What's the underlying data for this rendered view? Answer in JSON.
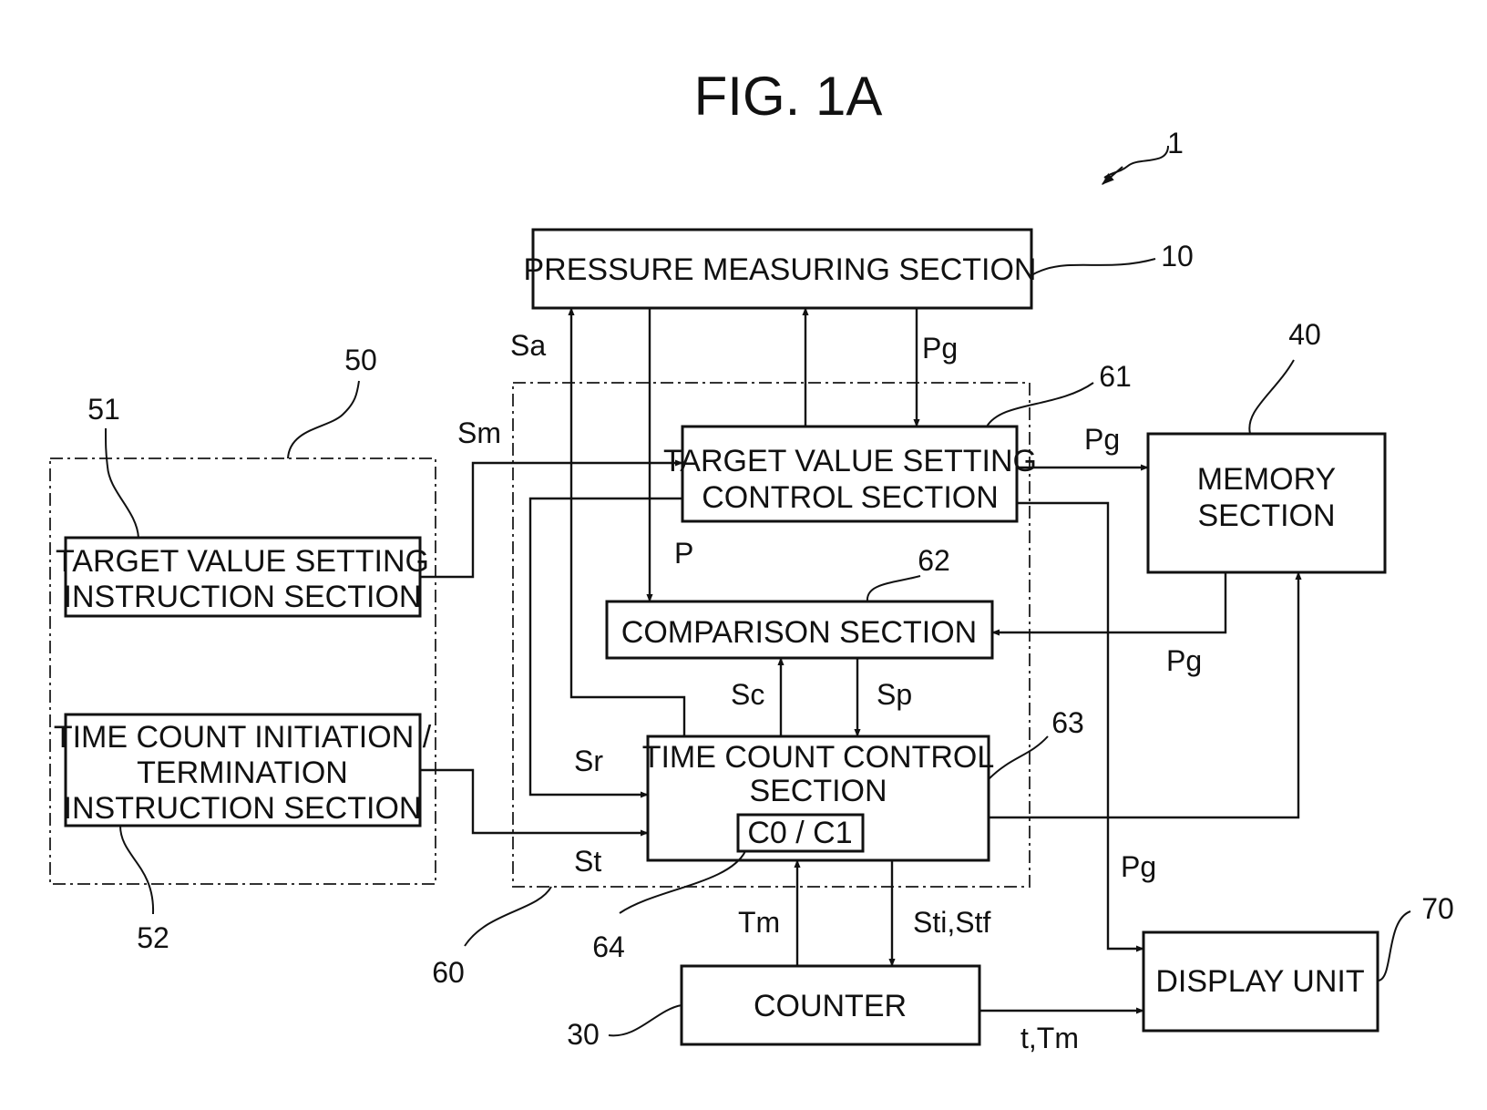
{
  "figure": {
    "title": "FIG. 1A"
  },
  "refs": {
    "device": "1",
    "pressure": "10",
    "counter": "30",
    "memory": "40",
    "instruction_group": "50",
    "target_instruction": "51",
    "time_instruction": "52",
    "control_group": "60",
    "target_control": "61",
    "comparison": "62",
    "time_control": "63",
    "flag": "64",
    "display": "70"
  },
  "blocks": {
    "pressure": [
      "PRESSURE MEASURING SECTION"
    ],
    "target_control": [
      "TARGET VALUE SETTING",
      "CONTROL SECTION"
    ],
    "memory": [
      "MEMORY",
      "SECTION"
    ],
    "target_instruction": [
      "TARGET VALUE SETTING",
      "INSTRUCTION SECTION"
    ],
    "comparison": [
      "COMPARISON SECTION"
    ],
    "time_instruction": [
      "TIME COUNT INITIATION /",
      "TERMINATION",
      "INSTRUCTION SECTION"
    ],
    "time_control": [
      "TIME COUNT CONTROL",
      "SECTION"
    ],
    "flag": [
      "C0 / C1"
    ],
    "counter": [
      "COUNTER"
    ],
    "display": [
      "DISPLAY UNIT"
    ]
  },
  "signals": {
    "sa": "Sa",
    "pg_top": "Pg",
    "sm": "Sm",
    "pg_to_memory": "Pg",
    "p": "P",
    "pg_to_comparison": "Pg",
    "sc": "Sc",
    "sp": "Sp",
    "sr": "Sr",
    "st": "St",
    "pg_to_display": "Pg",
    "tm": "Tm",
    "sti_stf": "Sti,Stf",
    "t_tm": "t,Tm"
  }
}
